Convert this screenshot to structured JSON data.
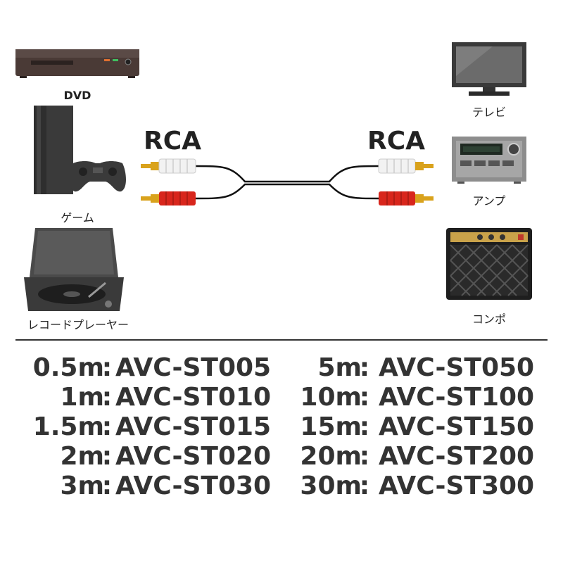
{
  "devices_left": [
    {
      "name": "dvd",
      "label": "DVD"
    },
    {
      "name": "game",
      "label": "ゲーム"
    },
    {
      "name": "record-player",
      "label": "レコードプレーヤー"
    }
  ],
  "devices_right": [
    {
      "name": "tv",
      "label": "テレビ"
    },
    {
      "name": "amp",
      "label": "アンプ"
    },
    {
      "name": "compo",
      "label": "コンポ"
    }
  ],
  "cable": {
    "left_label": "RCA",
    "right_label": "RCA",
    "colors": {
      "white_plug": "#f2f2f2",
      "red_plug": "#d8261c",
      "gold_tip": "#d9a21c",
      "wire": "#111111"
    }
  },
  "models": {
    "separator": ":",
    "left": [
      {
        "length": "0.5m",
        "code": "AVC-ST005"
      },
      {
        "length": "1m",
        "code": "AVC-ST010"
      },
      {
        "length": "1.5m",
        "code": "AVC-ST015"
      },
      {
        "length": "2m",
        "code": "AVC-ST020"
      },
      {
        "length": "3m",
        "code": "AVC-ST030"
      }
    ],
    "right": [
      {
        "length": "5m",
        "code": "AVC-ST050"
      },
      {
        "length": "10m",
        "code": "AVC-ST100"
      },
      {
        "length": "15m",
        "code": "AVC-ST150"
      },
      {
        "length": "20m",
        "code": "AVC-ST200"
      },
      {
        "length": "30m",
        "code": "AVC-ST300"
      }
    ]
  }
}
